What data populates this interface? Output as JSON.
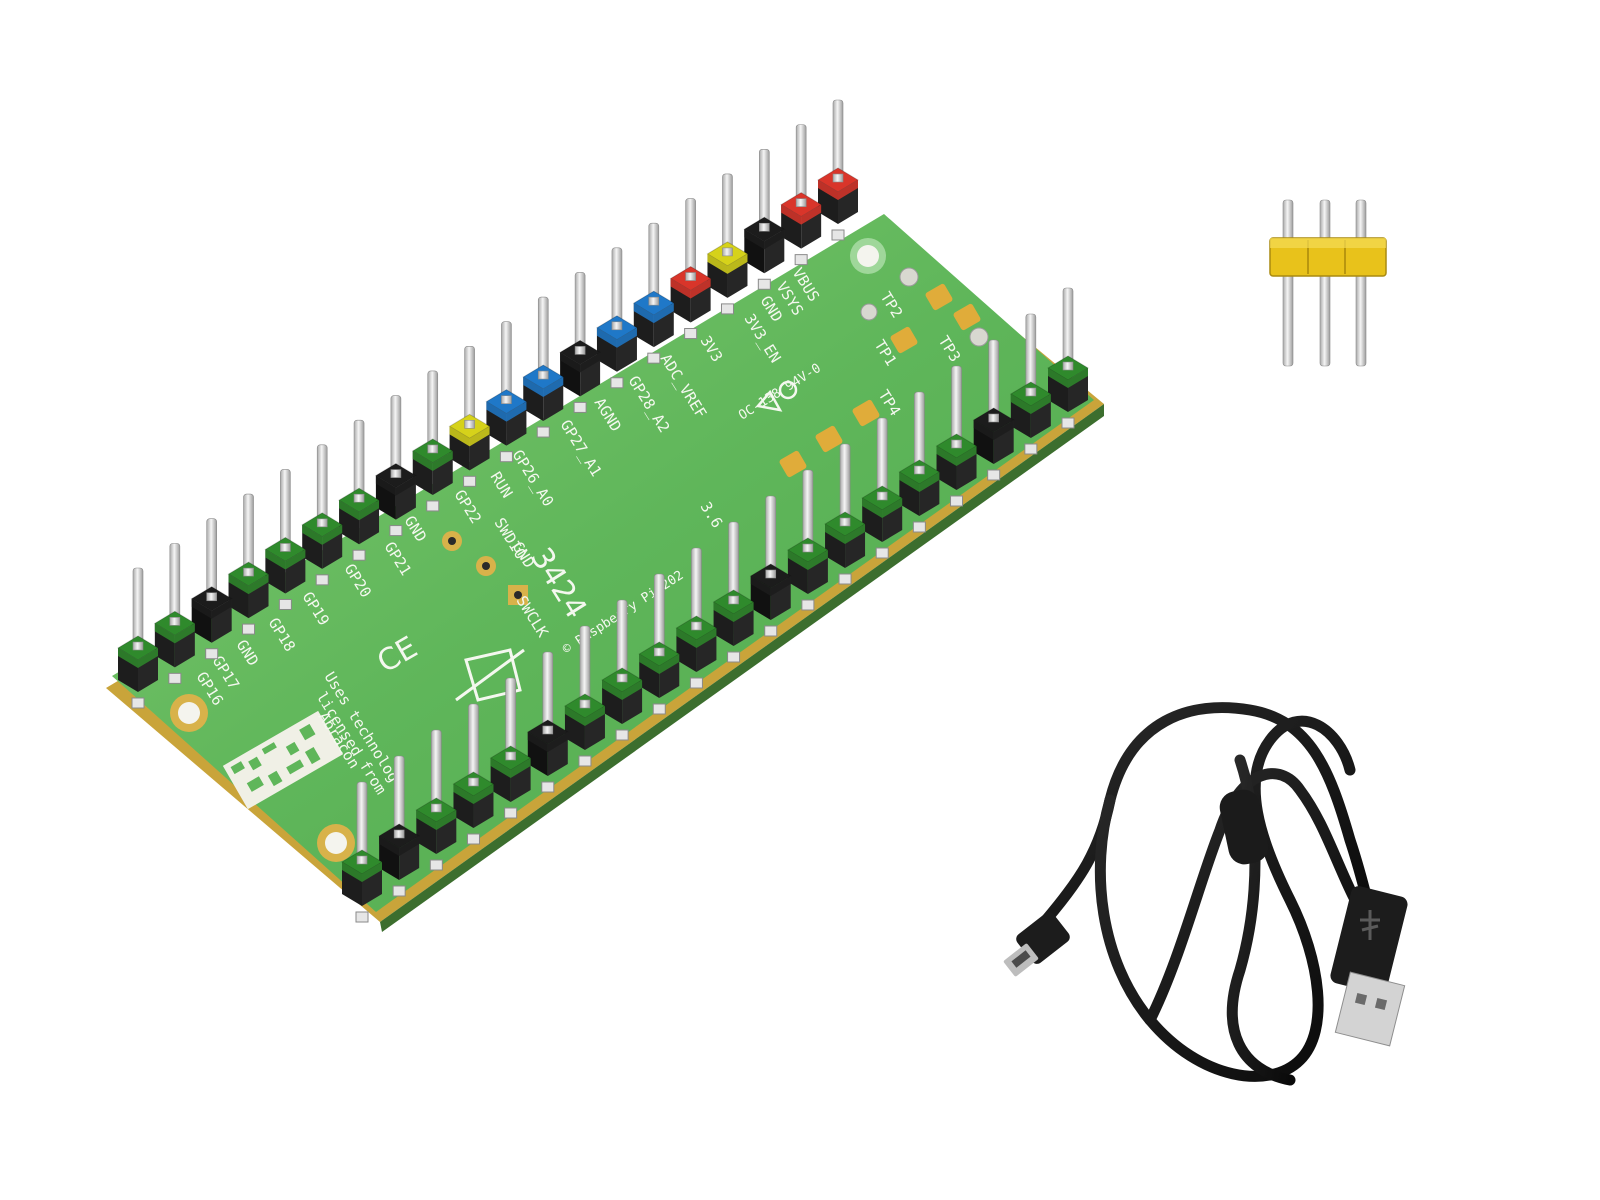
{
  "board": {
    "top_row_labels": [
      "VBUS",
      "VSYS",
      "GND",
      "3V3_EN",
      "3V3",
      "ADC_VREF",
      "GP28_A2",
      "AGND",
      "GP27_A1",
      "GP26_A0",
      "RUN",
      "GP22",
      "GND",
      "GP21",
      "GP20",
      "GP19",
      "GP18",
      "GND",
      "GP17",
      "GP16"
    ],
    "test_pads": [
      "TP2",
      "TP3",
      "TP1",
      "TP4"
    ],
    "debug_pins": [
      "SWDIO",
      "GND",
      "SWCLK"
    ],
    "marks": {
      "board_code": "3424",
      "version": "3.6",
      "cert_code": "OC-138 94V-0",
      "ce": "CE",
      "copyright": "© Raspberry Pi 202",
      "notice_1": "Uses technolog",
      "notice_2": "licensed from",
      "notice_3": "Abracon"
    },
    "colors": {
      "pcb": "#5fb65a",
      "pcb_light": "#8fd27c",
      "header_green": "#2f8a2c",
      "header_black": "#1c1c1c",
      "header_red": "#d9352a",
      "header_blue": "#1f78c8",
      "header_yellow": "#d6d21a",
      "pad_gold": "#e0ac3a",
      "cable": "#151515",
      "jumper_yellow": "#e8c21b"
    },
    "top_header_colors": [
      "red",
      "red",
      "black",
      "yellow",
      "red",
      "blue",
      "blue",
      "black",
      "blue",
      "blue",
      "yellow",
      "green",
      "black",
      "green",
      "green",
      "green",
      "green",
      "black",
      "green",
      "green"
    ],
    "bottom_header_colors": [
      "green",
      "green",
      "black",
      "green",
      "green",
      "green",
      "green",
      "green",
      "black",
      "green",
      "green",
      "green",
      "green",
      "green",
      "black",
      "green",
      "green",
      "green",
      "black",
      "green"
    ]
  },
  "accessories": {
    "jumper_header": {
      "pins": 3,
      "icon": "pin-header-icon"
    },
    "usb_cable": {
      "connectors": [
        "micro-usb",
        "usb-a"
      ],
      "icon": "usb-cable-icon"
    }
  }
}
